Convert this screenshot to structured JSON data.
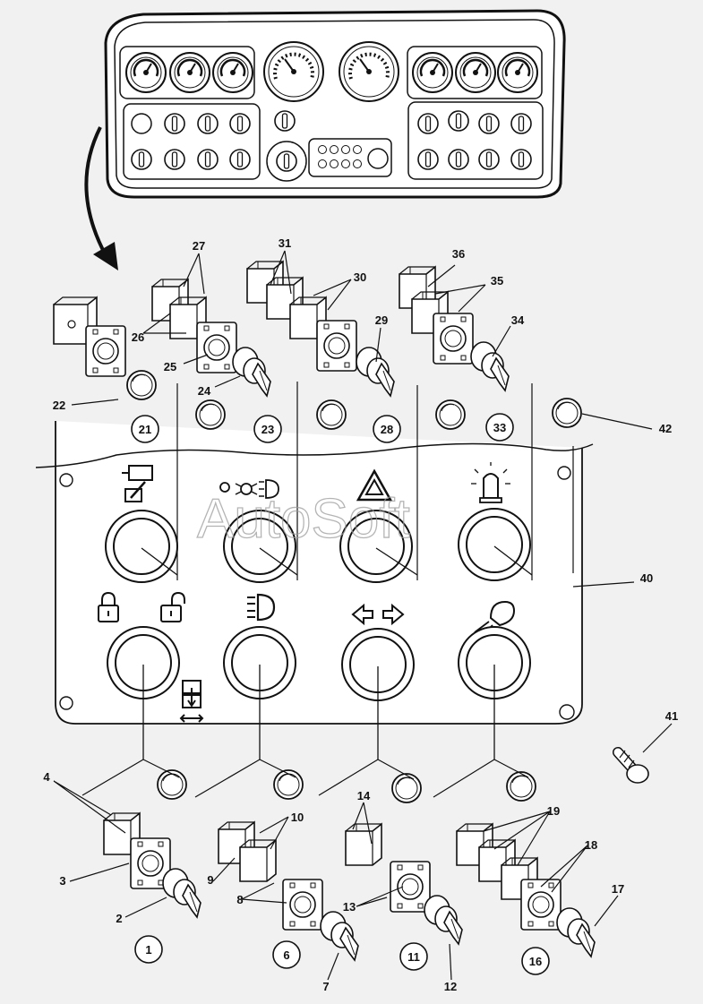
{
  "watermark": "AutoSoft",
  "callouts": [
    {
      "id": "c27",
      "text": "27"
    },
    {
      "id": "c26",
      "text": "26"
    },
    {
      "id": "c25",
      "text": "25"
    },
    {
      "id": "c24",
      "text": "24"
    },
    {
      "id": "c22",
      "text": "22"
    },
    {
      "id": "c31",
      "text": "31"
    },
    {
      "id": "c30",
      "text": "30"
    },
    {
      "id": "c29",
      "text": "29"
    },
    {
      "id": "c36",
      "text": "36"
    },
    {
      "id": "c35",
      "text": "35"
    },
    {
      "id": "c34",
      "text": "34"
    },
    {
      "id": "c42",
      "text": "42"
    },
    {
      "id": "c40",
      "text": "40"
    },
    {
      "id": "c41",
      "text": "41"
    },
    {
      "id": "c4",
      "text": "4"
    },
    {
      "id": "c3",
      "text": "3"
    },
    {
      "id": "c2",
      "text": "2"
    },
    {
      "id": "c10",
      "text": "10"
    },
    {
      "id": "c9",
      "text": "9"
    },
    {
      "id": "c8",
      "text": "8"
    },
    {
      "id": "c7",
      "text": "7"
    },
    {
      "id": "c14",
      "text": "14"
    },
    {
      "id": "c13",
      "text": "13"
    },
    {
      "id": "c12",
      "text": "12"
    },
    {
      "id": "c19",
      "text": "19"
    },
    {
      "id": "c18",
      "text": "18"
    },
    {
      "id": "c17",
      "text": "17"
    }
  ],
  "circled": [
    {
      "id": "n21",
      "text": "21"
    },
    {
      "id": "n23",
      "text": "23"
    },
    {
      "id": "n28",
      "text": "28"
    },
    {
      "id": "n33",
      "text": "33"
    },
    {
      "id": "n1",
      "text": "1"
    },
    {
      "id": "n6",
      "text": "6"
    },
    {
      "id": "n11",
      "text": "11"
    },
    {
      "id": "n16",
      "text": "16"
    }
  ],
  "icons": {
    "top_row": [
      "cargo-tipper-icon",
      "position-lights-icon",
      "hazard-warning-icon",
      "beacon-lamp-icon"
    ],
    "bottom_row": [
      "lock-unlock-icon",
      "headlight-icon",
      "turn-signal-icon",
      "work-light-icon"
    ]
  }
}
